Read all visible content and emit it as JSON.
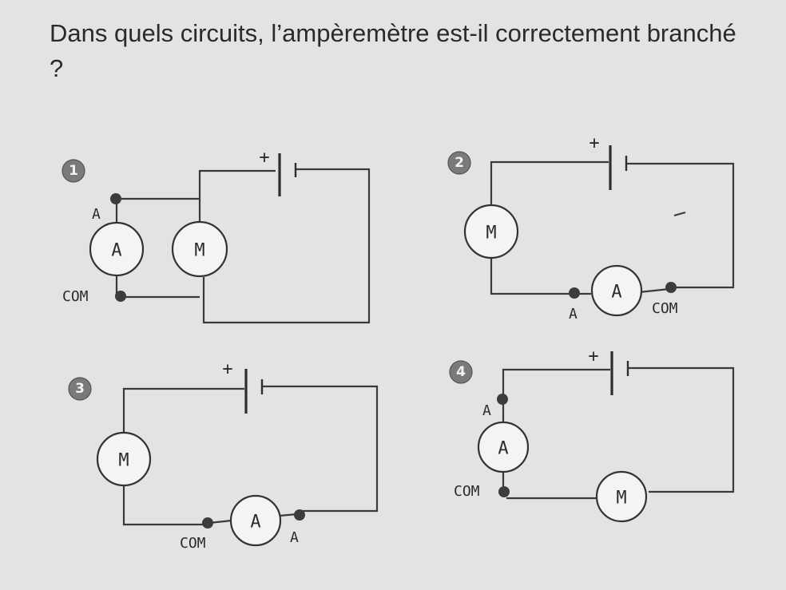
{
  "question": "Dans quels circuits, l’ampèremètre est-il correctement branché ?",
  "circuits": [
    {
      "number": "1",
      "ammeter_letter": "A",
      "motor_letter": "M",
      "terminal_a": "A",
      "terminal_com": "COM",
      "battery_plus": "+"
    },
    {
      "number": "2",
      "ammeter_letter": "A",
      "motor_letter": "M",
      "terminal_a": "A",
      "terminal_com": "COM",
      "battery_plus": "+"
    },
    {
      "number": "3",
      "ammeter_letter": "A",
      "motor_letter": "M",
      "terminal_a": "A",
      "terminal_com": "COM",
      "battery_plus": "+"
    },
    {
      "number": "4",
      "ammeter_letter": "A",
      "motor_letter": "M",
      "terminal_a": "A",
      "terminal_com": "COM",
      "battery_plus": "+"
    }
  ]
}
